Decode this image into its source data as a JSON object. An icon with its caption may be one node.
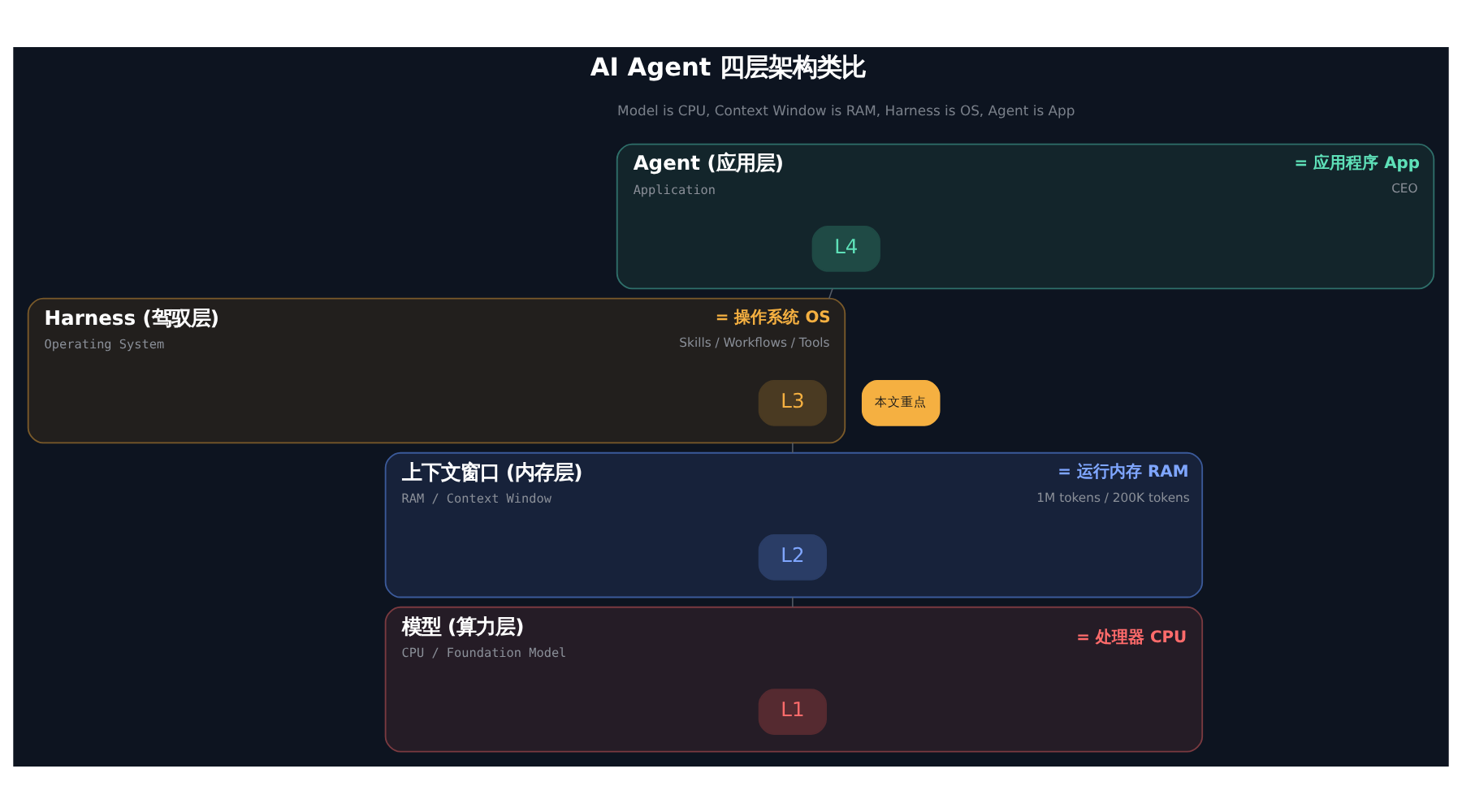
{
  "diagram": {
    "title": "AI Agent 四层架构类比",
    "nodes": [
      {
        "text": [
          "Agent (应用层)",
          "Application",
          "= 应用程序 App",
          "CEO"
        ]
      },
      {
        "text": [
          "L4"
        ],
        "in": 0
      },
      {
        "text": [
          "Harness (驾驭层)",
          "Operating System",
          "= 操作系统 OS",
          "Skills / Workflows / Tools"
        ]
      },
      {
        "text": [
          "L3"
        ],
        "in": 2
      },
      {
        "text": [
          "本文重点"
        ]
      },
      {
        "text": [
          "上下文窗口 (内存层)",
          "RAM / Context Window",
          "= 运行内存 RAM",
          "1M tokens / 200K tokens"
        ]
      },
      {
        "text": [
          "L2"
        ],
        "in": 5
      },
      {
        "text": [
          "模型 (算力层)",
          "CPU / Foundation Model",
          "= 处理器 CPU"
        ]
      },
      {
        "text": [
          "L1"
        ],
        "in": 7
      }
    ],
    "edges": [
      {
        "from": 0,
        "to": 2,
        "arrow": "none"
      },
      {
        "from": 2,
        "to": 5,
        "arrow": "none"
      },
      {
        "from": 5,
        "to": 7,
        "arrow": "none"
      }
    ],
    "labels": [
      "Model is CPU, Context Window is RAM, Harness is OS, Agent is App"
    ]
  }
}
